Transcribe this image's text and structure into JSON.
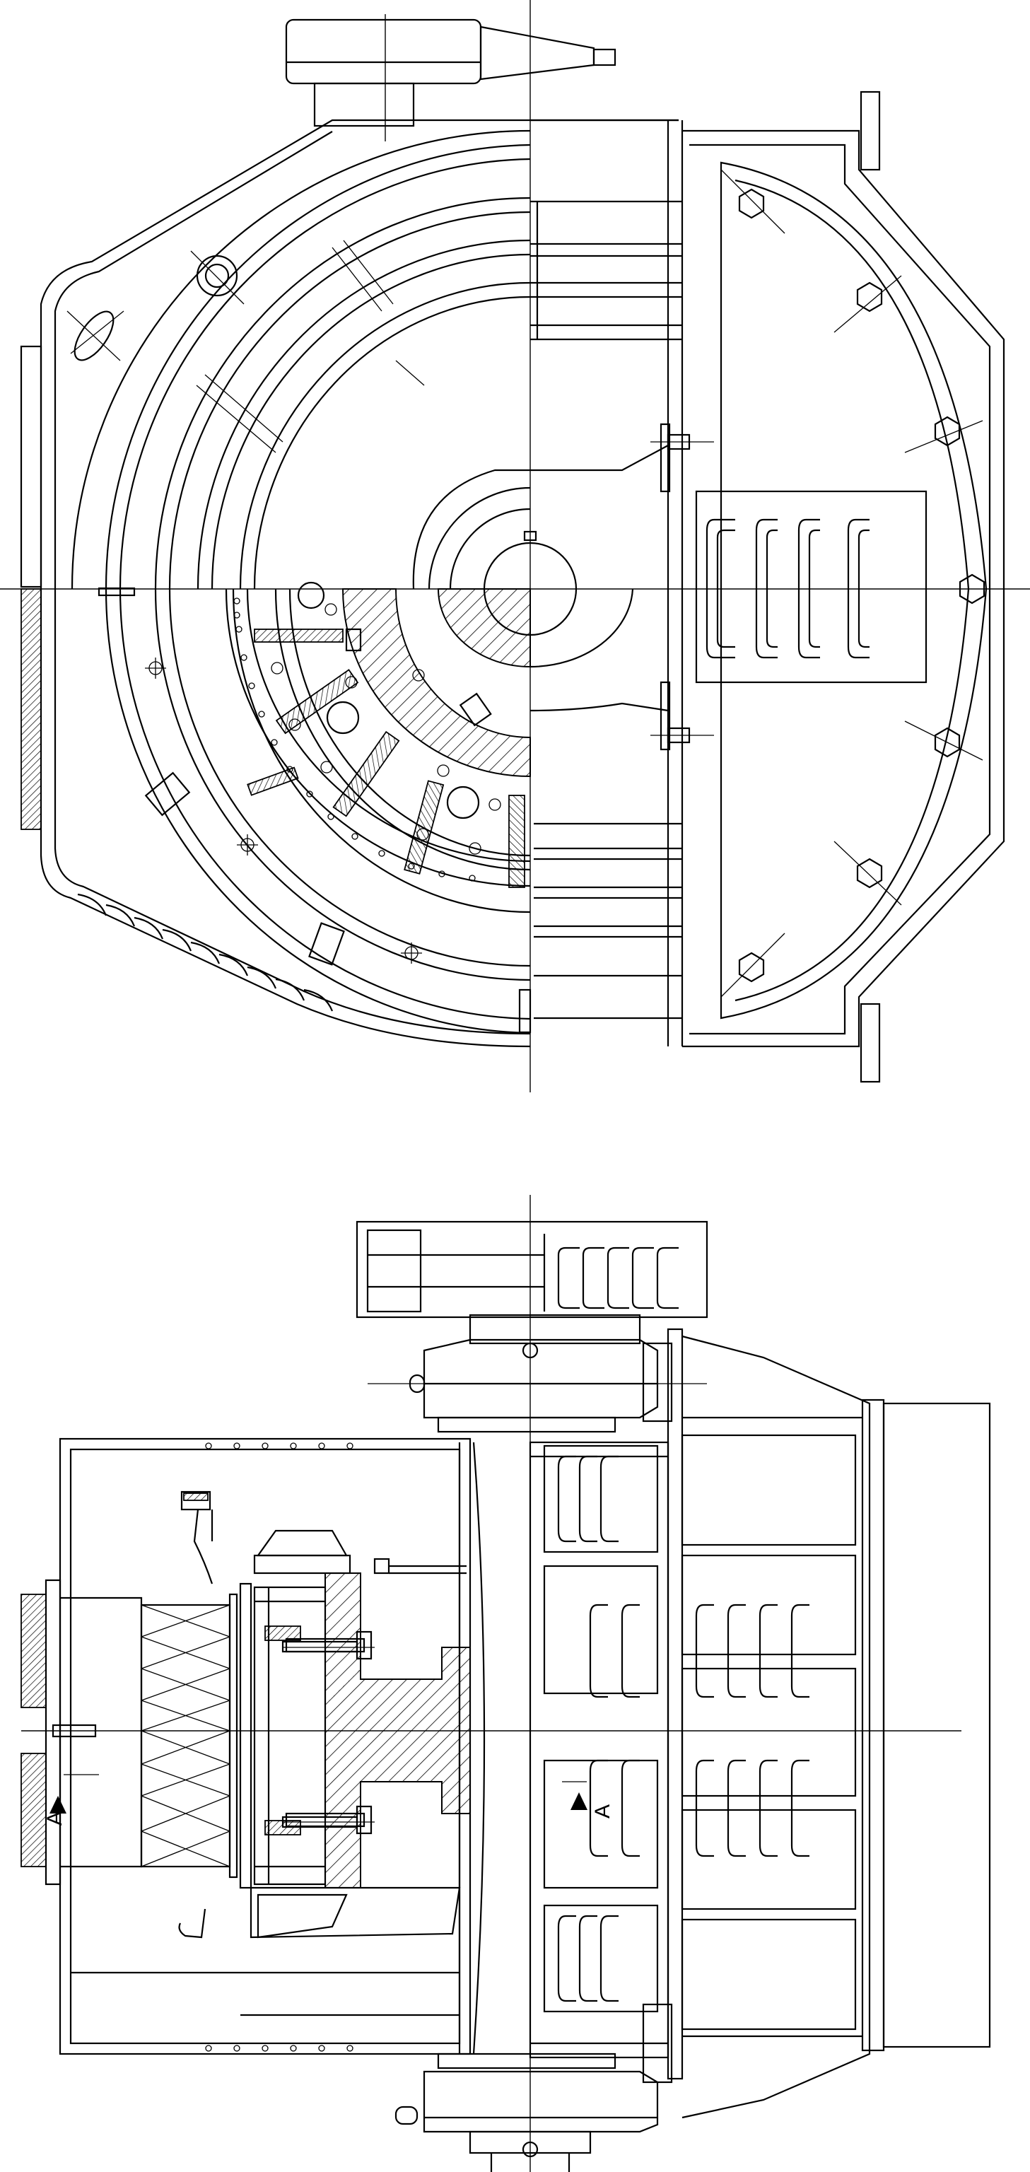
{
  "drawing": {
    "views": [
      {
        "id": "end-view",
        "type": "cross-section"
      },
      {
        "id": "side-view",
        "type": "longitudinal-section"
      }
    ],
    "section_marks": [
      {
        "label": "A",
        "view": "side-view",
        "side": "left"
      },
      {
        "label": "A",
        "view": "side-view",
        "side": "right"
      }
    ]
  }
}
